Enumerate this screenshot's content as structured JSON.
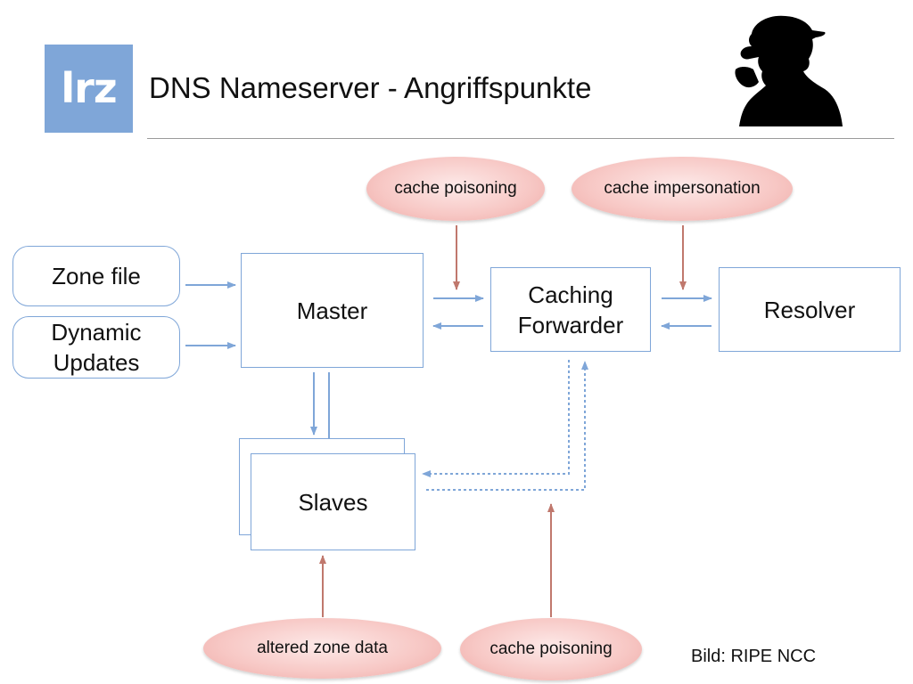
{
  "slide": {
    "logo_text": "lrz",
    "title": "DNS Nameserver - Angriffspunkte",
    "credit": "Bild: RIPE NCC"
  },
  "nodes": {
    "zone_file": "Zone file",
    "dynamic_updates": "Dynamic Updates",
    "master": "Master",
    "caching_forwarder": "Caching Forwarder",
    "resolver": "Resolver",
    "slaves": "Slaves"
  },
  "attacks": {
    "cache_poisoning_top": "cache poisoning",
    "cache_impersonation": "cache impersonation",
    "altered_zone_data": "altered zone data",
    "cache_poisoning_bottom": "cache poisoning"
  },
  "colors": {
    "accent_blue": "#7fa6d8",
    "attack_red": "#c0786d",
    "attack_fill": "#f7c7c4"
  },
  "icons": [
    "lrz-logo",
    "hat-man-silhouette"
  ]
}
